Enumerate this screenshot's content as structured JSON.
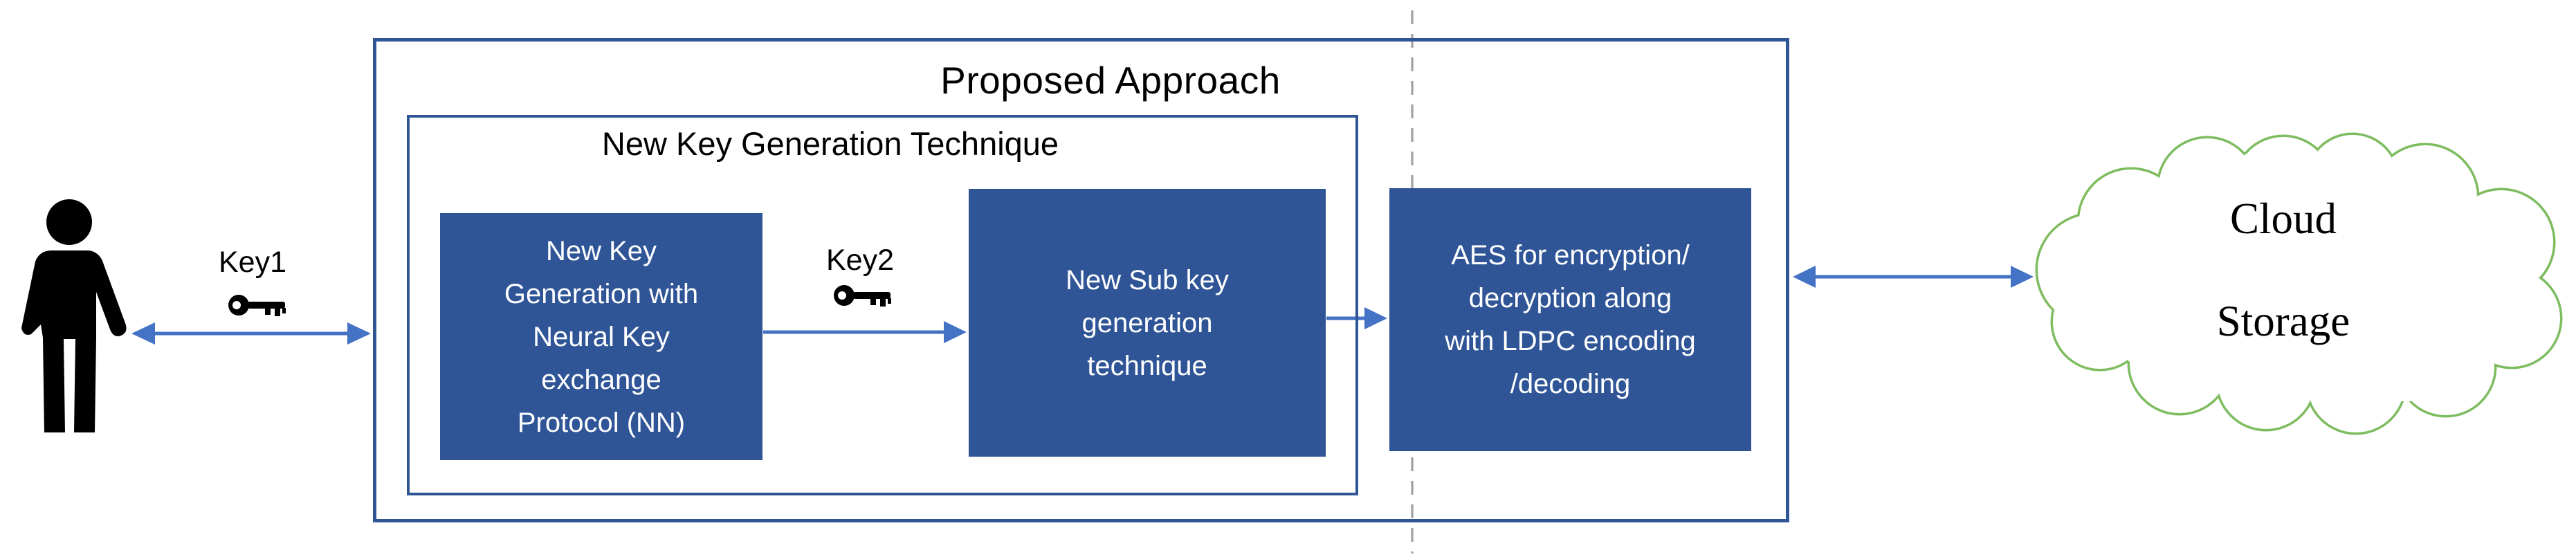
{
  "diagram": {
    "title": "Proposed Approach",
    "group_label": "New Key Generation Technique",
    "key1": "Key1",
    "key2": "Key2",
    "box_nn": "New Key\nGeneration with\nNeural Key\nexchange\nProtocol (NN)",
    "box_subkey": "New Sub key\ngeneration\ntechnique",
    "box_aes": "AES for encryption/\ndecryption along\nwith LDPC encoding\n/decoding",
    "cloud_line1": "Cloud",
    "cloud_line2": "Storage"
  },
  "icons": {
    "person": "person-silhouette-icon",
    "key1": "key-icon",
    "key2": "key-icon"
  },
  "colors": {
    "box_fill": "#2F5597",
    "container_border": "#2F5597",
    "arrow_blue": "#4472C4",
    "cloud_green": "#7EBC60",
    "dashed_gray": "#A6A6A6",
    "box_text": "#FFFFFF",
    "label_text": "#000000"
  }
}
